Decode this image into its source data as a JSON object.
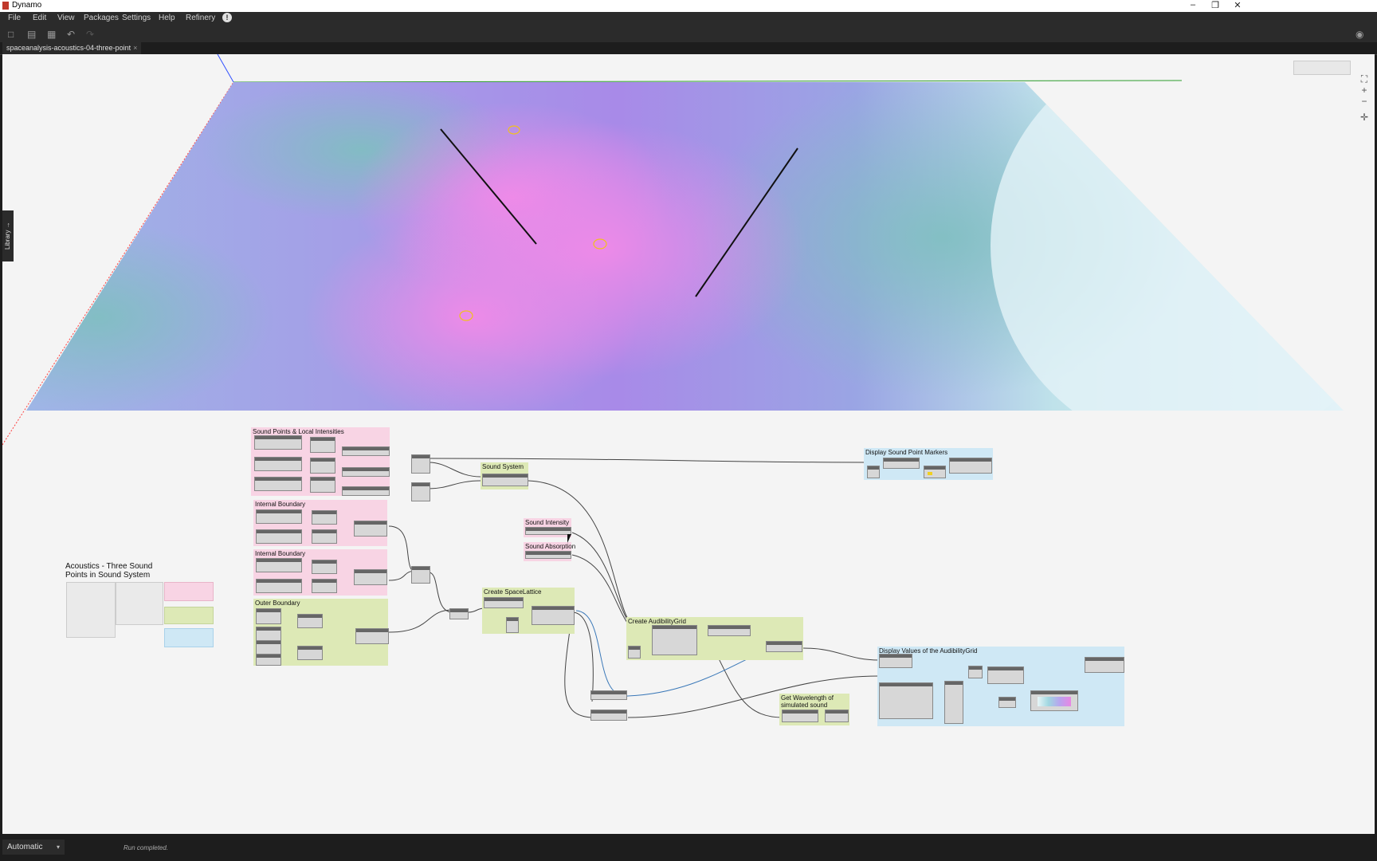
{
  "window": {
    "title": "Dynamo",
    "minimize": "–",
    "restore": "❐",
    "close": "✕"
  },
  "menu": {
    "items": [
      "File",
      "Edit",
      "View",
      "Packages",
      "Settings",
      "Help",
      "Refinery"
    ],
    "notification_icon": "!"
  },
  "toolbar": {
    "icons": [
      "new-file-icon",
      "open-file-icon",
      "save-icon",
      "undo-icon",
      "redo-icon"
    ],
    "camera_icon": "camera-icon"
  },
  "tab": {
    "label": "spaceanalysis-acoustics-04-three-point",
    "close": "×"
  },
  "library": {
    "label": "Library →"
  },
  "navigation": {
    "zoom_fit": "⛶",
    "zoom_in": "+",
    "zoom_out": "−",
    "pan": "✛"
  },
  "groups": {
    "sound_points": "Sound Points & Local Intensities",
    "internal_boundary_1": "Internal Boundary",
    "internal_boundary_2": "Internal Boundary",
    "outer_boundary": "Outer Boundary",
    "sound_system": "Sound System",
    "sound_intensity": "Sound Intensity",
    "sound_absorption": "Sound Absorption",
    "create_spacelattice": "Create SpaceLattice",
    "create_audibilitygrid": "Create AudibilityGrid",
    "display_sound_point_markers": "Display Sound Point Markers",
    "display_values": "Display Values of the AudibilityGrid",
    "get_wavelength": "Get Wavelength of simulated sound"
  },
  "note": {
    "title": "Acoustics - Three Sound Points in Sound System"
  },
  "colors": {
    "pink_group": "#f8d4e4",
    "green_group": "#dde9b6",
    "blue_group": "#cfe8f5",
    "canvas": "#f4f4f4"
  },
  "status": {
    "run_mode": "Automatic",
    "run_mode_arrow": "▾",
    "message": "Run completed."
  }
}
